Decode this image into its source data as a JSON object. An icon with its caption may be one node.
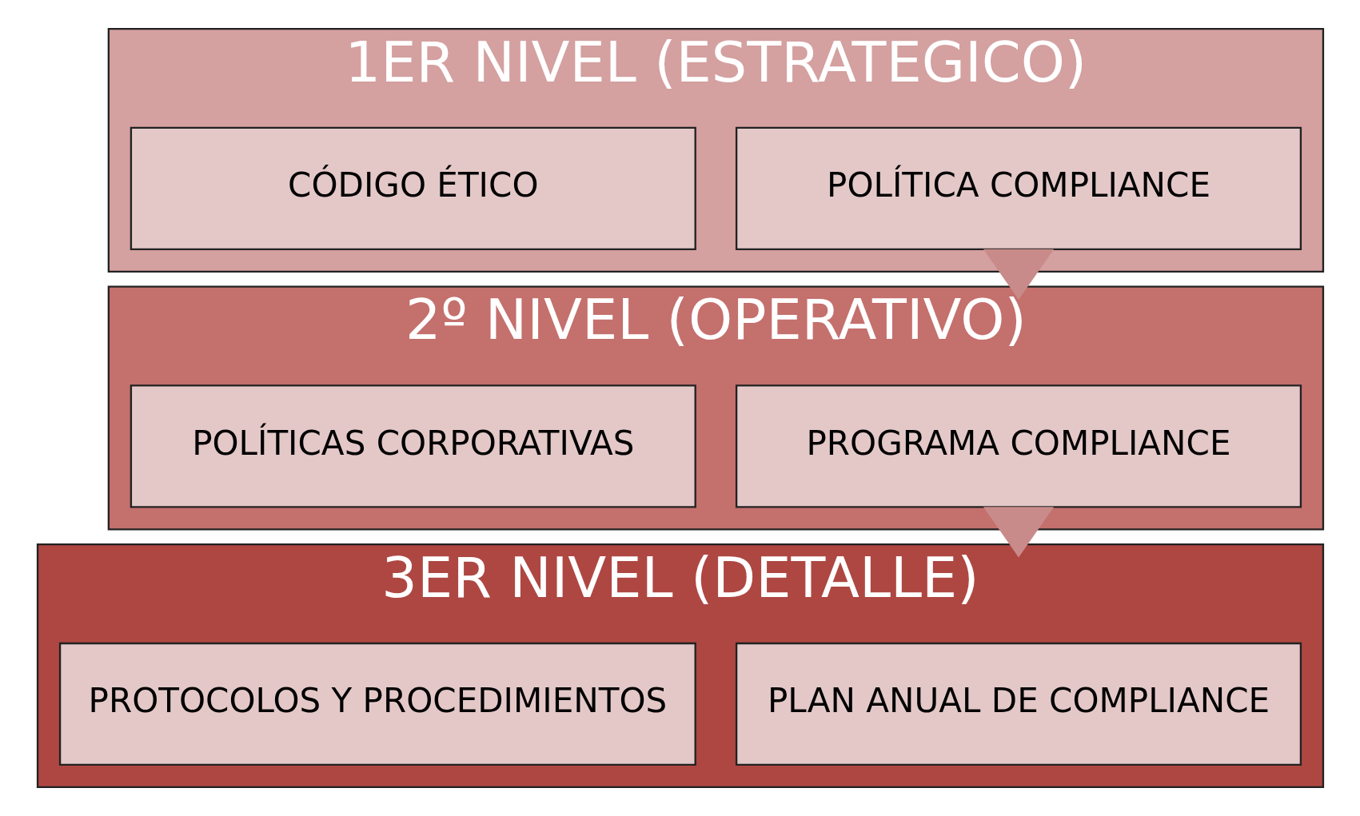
{
  "diagram": {
    "nodes": [
      {
        "text": [
          "1ER NIVEL (ESTRATEGICO)"
        ]
      },
      {
        "text": [
          "POLÍTICA COMPLIANCE"
        ],
        "in": 0
      },
      {
        "text": [
          "CÓDIGO ÉTICO"
        ],
        "in": 0
      },
      {
        "text": [
          "2º NIVEL (OPERATIVO)"
        ]
      },
      {
        "text": [
          "PROGRAMA COMPLIANCE"
        ],
        "in": 3
      },
      {
        "text": [
          "POLÍTICAS CORPORATIVAS"
        ],
        "in": 3
      },
      {
        "text": [
          "3ER NIVEL (DETALLE)"
        ]
      },
      {
        "text": [
          "PLAN ANUAL DE COMPLIANCE"
        ],
        "in": 6
      },
      {
        "text": [
          "PROTOCOLOS Y PROCEDIMIENTOS"
        ],
        "in": 6
      }
    ],
    "edges": [
      {
        "from": 0,
        "to": 3,
        "arrow": "to",
        "style": "thick"
      },
      {
        "from": 3,
        "to": 6,
        "arrow": "to",
        "style": "thick"
      }
    ]
  }
}
